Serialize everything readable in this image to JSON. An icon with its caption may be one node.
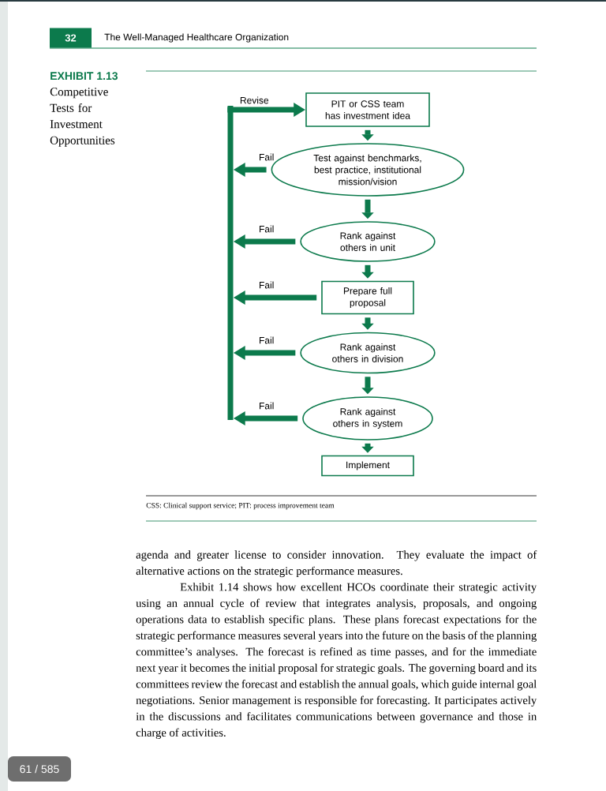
{
  "diagram": {
    "title": "Competitive Tests for Investment Opportunities",
    "caption": "CSS: Clinical support service; PIT: process improvement team",
    "nodes": [
      {
        "text": [
          "PIT or CSS team has investment idea"
        ]
      },
      {
        "text": [
          "Test against benchmarks, best practice, institutional mission/vision"
        ]
      },
      {
        "text": [
          "Rank against others in unit"
        ]
      },
      {
        "text": [
          "Prepare full proposal"
        ]
      },
      {
        "text": [
          "Rank against others in division"
        ]
      },
      {
        "text": [
          "Rank against others in system"
        ]
      },
      {
        "text": [
          "Implement"
        ]
      },
      {
        "text": [],
        "shape": "bar"
      }
    ],
    "edges": [
      {
        "from": 0,
        "to": 1,
        "arrow": "to"
      },
      {
        "from": 1,
        "to": 2,
        "arrow": "to"
      },
      {
        "from": 2,
        "to": 3,
        "arrow": "to"
      },
      {
        "from": 3,
        "to": 4,
        "arrow": "to"
      },
      {
        "from": 4,
        "to": 5,
        "arrow": "to"
      },
      {
        "from": 5,
        "to": 6,
        "arrow": "to"
      },
      {
        "from": 1,
        "to": 7,
        "arrow": "to",
        "label": "Fail"
      },
      {
        "from": 2,
        "to": 7,
        "arrow": "to",
        "label": "Fail"
      },
      {
        "from": 3,
        "to": 7,
        "arrow": "to",
        "label": "Fail"
      },
      {
        "from": 4,
        "to": 7,
        "arrow": "to",
        "label": "Fail"
      },
      {
        "from": 5,
        "to": 7,
        "arrow": "to",
        "label": "Fail"
      },
      {
        "from": 7,
        "to": 0,
        "arrow": "to",
        "label": "Revise"
      }
    ],
    "labels": [
      "32",
      "The Well-Managed Healthcare Organization",
      "EXHIBIT 1.13",
      "agenda and greater license to consider innovation. They evaluate the impact of alternative actions on the strategic performance measures.",
      "Exhibit 1.14 shows how excellent HCOs coordinate their strategic activity using an annual cycle of review that integrates analysis, proposals, and ongoing operations data to establish specific plans. These plans forecast expectations for the strategic performance measures several years into the future on the basis of the planning committee’s analyses. The forecast is refined as time passes, and for the immediate next year it becomes the initial proposal for strategic goals. The governing board and its committees review the forecast and establish the annual goals, which guide internal goal negotiations. Senior management is responsible for forecasting. It participates actively in the discussions and facilitates communications between governance and those in charge of activities.",
      "61 / 585"
    ]
  }
}
